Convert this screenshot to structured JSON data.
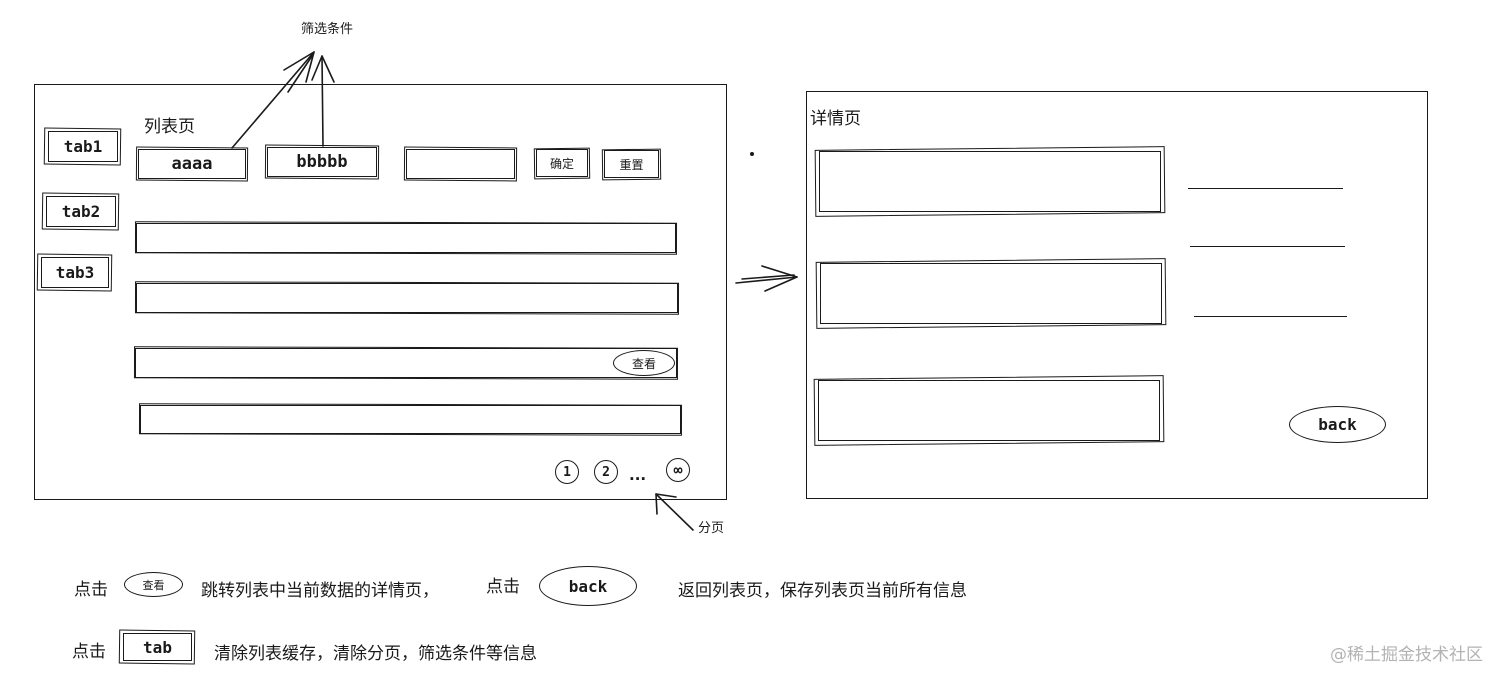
{
  "list_page": {
    "title": "列表页",
    "tabs": [
      "tab1",
      "tab2",
      "tab3"
    ],
    "filters": [
      "aaaa",
      "bbbbb",
      ""
    ],
    "confirm_label": "确定",
    "reset_label": "重置",
    "view_label": "查看",
    "pagination": [
      "1",
      "2",
      "...",
      "∞"
    ]
  },
  "detail_page": {
    "title": "详情页",
    "back_label": "back"
  },
  "annotations": {
    "filter_conditions": "筛选条件",
    "pagination": "分页"
  },
  "legend": {
    "line1_click": "点击",
    "view_button": "查看",
    "line1_text": "跳转列表中当前数据的详情页，",
    "line1b_click": "点击",
    "back_button": "back",
    "line1b_text": "返回列表页，保存列表页当前所有信息",
    "line2_click": "点击",
    "tab_button": "tab",
    "line2_text": "清除列表缓存，清除分页，筛选条件等信息"
  },
  "watermark": "@稀土掘金技术社区"
}
